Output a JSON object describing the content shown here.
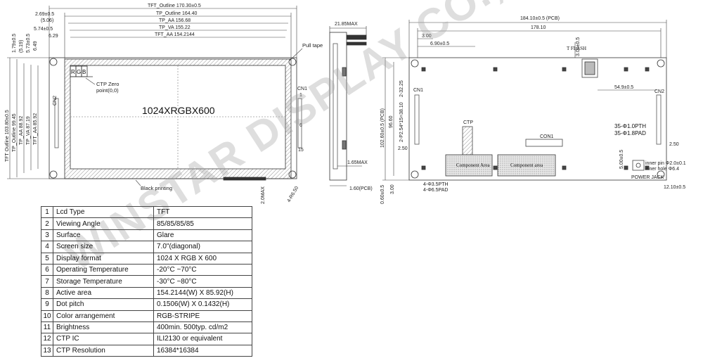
{
  "front_view": {
    "dims_top": [
      "TFT_Outline 170.30±0.5",
      "TP_Outline 164.40",
      "TP_AA 156.68",
      "TP_VA 155.22",
      "TFT_AA 154.2144"
    ],
    "dims_left_small": [
      "2.69±0.5",
      "(5.06)",
      "5.74±0.5",
      "6.29"
    ],
    "dims_left_vertical": [
      "TFT Outline 103.80±0.5",
      "TP_Outline 99.45",
      "TP_AA 88.92",
      "TP_VA 87.19",
      "TFT_AA 85.92"
    ],
    "dims_vertical_small": [
      "1.79±0.5",
      "(5.19)",
      "5.73±0.5",
      "6.49"
    ],
    "resolution_text": "1024XRGBX600",
    "rgb_labels": [
      "R",
      "G",
      "B"
    ],
    "ctp_zero_label": "CTP Zero",
    "ctp_zero_point": "point(0,0)",
    "pull_tape": "Pull tape",
    "black_printing": "Black printing",
    "cn2_label": "CN2",
    "cn1_label": "CN1",
    "pin_1": "1",
    "pin_6": "6",
    "pin_15": "15",
    "max_2": "2.0MAX",
    "r_value": "4-R6.50"
  },
  "side_view": {
    "top_dim": "21.85MAX",
    "mid_dim": "1.65MAX",
    "bottom_dim": "1.60(PCB)"
  },
  "back_view": {
    "width_pcb": "184.10±0.5 (PCB)",
    "width_178": "178.10",
    "dim_300": "3.00",
    "dim_690": "6.90±0.5",
    "tflash": "T FLASH",
    "dim_300_v": "3.00±0.5",
    "dim_549": "54.9±0.5",
    "height_pcb": "102.60±0.5 (PCB)",
    "height_9660": "96.60",
    "dim_3225": "2-32.25",
    "dim_pitch": "2-P2.54*15=38.10",
    "dim_250_left": "2.50",
    "dim_250_right": "2.50",
    "cn1": "CN1",
    "cn2": "CN2",
    "pth": "35-Φ1.0PTH",
    "pad": "35-Φ1.8PAD",
    "comp_area_1": "Component Area",
    "comp_area_2": "Component area",
    "ctp": "CTP",
    "con1": "CON1",
    "dim_500": "5.00±0.5",
    "inner_pin": "inner pin Φ2.0±0.1",
    "inner_hole": "inner hole Φ6.4",
    "power_jack": "POWER JACK",
    "dim_1210": "12.10±0.5",
    "dim_060": "0.60±0.5",
    "dim_300_b": "3.00",
    "hole_pth": "4-Φ3.5PTH",
    "hole_pad": "4-Φ6.5PAD",
    "watermark": "WINSTAR DISPLAY CO., LTD."
  },
  "spec_table": [
    {
      "n": "1",
      "param": "Lcd  Type",
      "value": "TFT"
    },
    {
      "n": "2",
      "param": "Viewing Angle",
      "value": "85/85/85/85"
    },
    {
      "n": "3",
      "param": "Surface",
      "value": "Glare"
    },
    {
      "n": "4",
      "param": "Screen size",
      "value": "7.0\"(diagonal)"
    },
    {
      "n": "5",
      "param": "Display format",
      "value": "1024  X  RGB X 600"
    },
    {
      "n": "6",
      "param": "Operating Temperature",
      "value": "-20°C ~70°C"
    },
    {
      "n": "7",
      "param": "Storage Temperature",
      "value": "-30°C ~80°C"
    },
    {
      "n": "8",
      "param": "Active area",
      "value": "154.2144(W) X 85.92(H)"
    },
    {
      "n": "9",
      "param": "Dot pitch",
      "value": "0.1506(W) X 0.1432(H)"
    },
    {
      "n": "10",
      "param": "Color arrangement",
      "value": "RGB-STRIPE"
    },
    {
      "n": "11",
      "param": "Brightness",
      "value": "400min.  500typ.  cd/m2"
    },
    {
      "n": "12",
      "param": "CTP IC",
      "value": "ILI2130 or equivalent"
    },
    {
      "n": "13",
      "param": "CTP Resolution",
      "value": "16384*16384"
    }
  ]
}
